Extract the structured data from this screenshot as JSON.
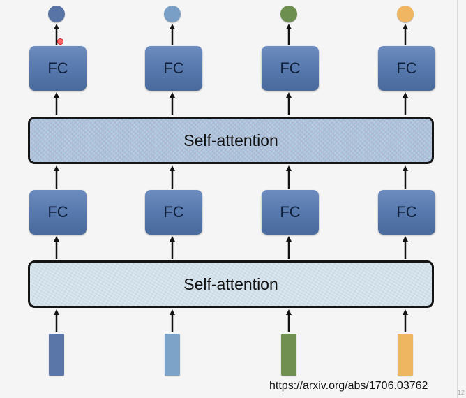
{
  "fc_label": "FC",
  "self_attention_top": "Self-attention",
  "self_attention_bottom": "Self-attention",
  "columns": [
    {
      "output_color": "#5873a6",
      "input_color": "#5a76a8"
    },
    {
      "output_color": "#7a9fc6",
      "input_color": "#7ea3c9"
    },
    {
      "output_color": "#6c8f4f",
      "input_color": "#6f9050"
    },
    {
      "output_color": "#f0b662",
      "input_color": "#efb662"
    }
  ],
  "source_url": "https://arxiv.org/abs/1706.03762",
  "page_number": "12"
}
